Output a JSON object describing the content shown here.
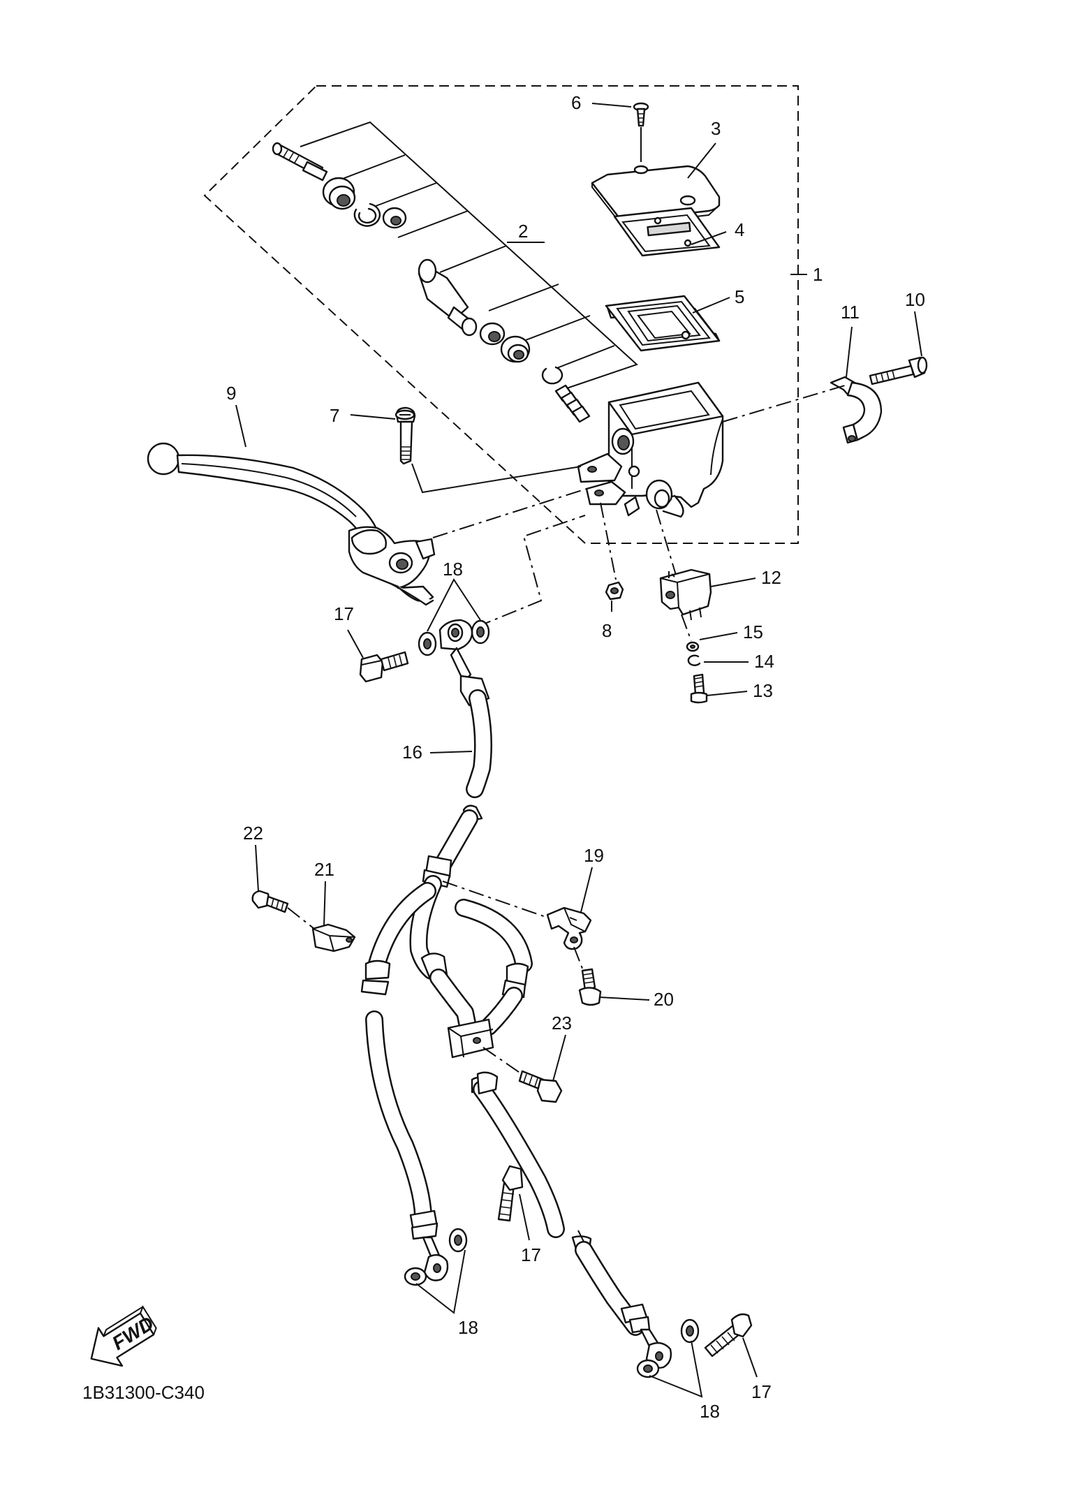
{
  "diagram": {
    "code": "1B31300-C340",
    "fwd_label": "FWD",
    "callouts": [
      "1",
      "2",
      "3",
      "4",
      "5",
      "6",
      "7",
      "8",
      "9",
      "10",
      "11",
      "12",
      "13",
      "14",
      "15",
      "16",
      "17",
      "18",
      "19",
      "20",
      "21",
      "22",
      "23"
    ]
  }
}
